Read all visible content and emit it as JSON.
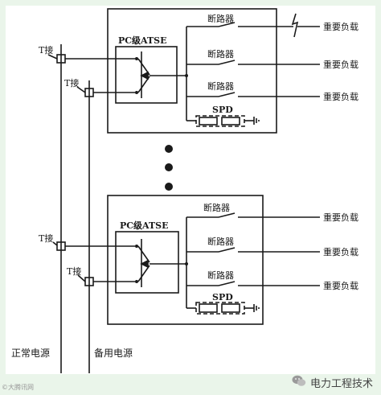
{
  "diagram": {
    "ats_label": "PC级ATSE",
    "breaker_label_1": "断路器",
    "breaker_label_2": "断路器",
    "breaker_label_3": "断路器",
    "spd_label": "SPD",
    "load_label": "重要负载",
    "tap_label": "T接",
    "normal_supply": "正常电源",
    "backup_supply": "备用电源",
    "colors": {
      "line": "#1a1a1a",
      "frame_bg": "#eaf5ea"
    }
  },
  "watermark": {
    "text": "电力工程技术",
    "icon": "wechat-icon"
  },
  "corner_logo": {
    "text": "©大腾讯网"
  }
}
